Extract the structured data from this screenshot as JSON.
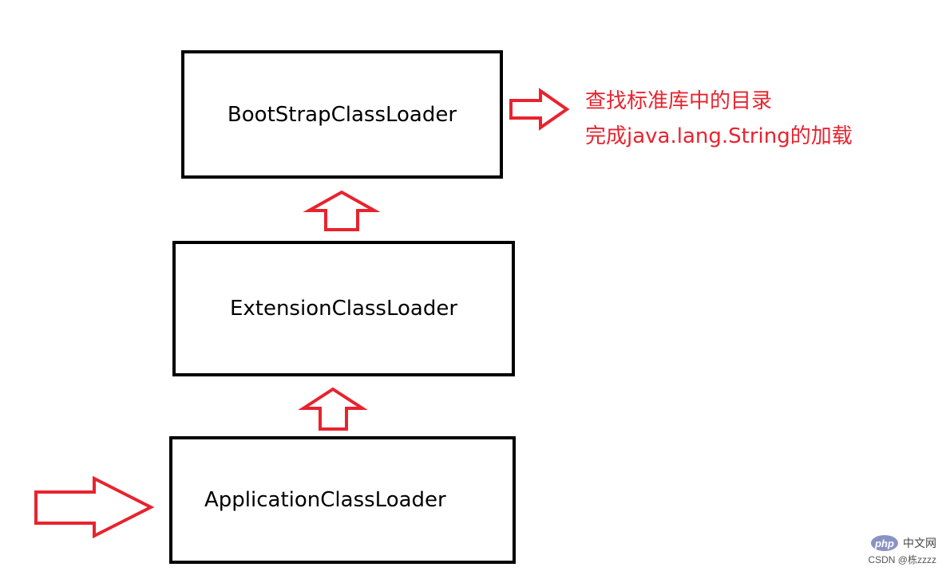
{
  "diagram": {
    "boxes": {
      "bootstrap": "BootStrapClassLoader",
      "extension": "ExtensionClassLoader",
      "application": "ApplicationClassLoader"
    },
    "note": {
      "line1": "查找标准库中的目录",
      "line2": "完成java.lang.String的加载"
    },
    "colors": {
      "arrow": "#e8232e",
      "box_border": "#000000",
      "note_text": "#e8232e"
    }
  },
  "watermark": {
    "logo": "php",
    "site": "中文网",
    "author": "CSDN @栋zzzz"
  }
}
